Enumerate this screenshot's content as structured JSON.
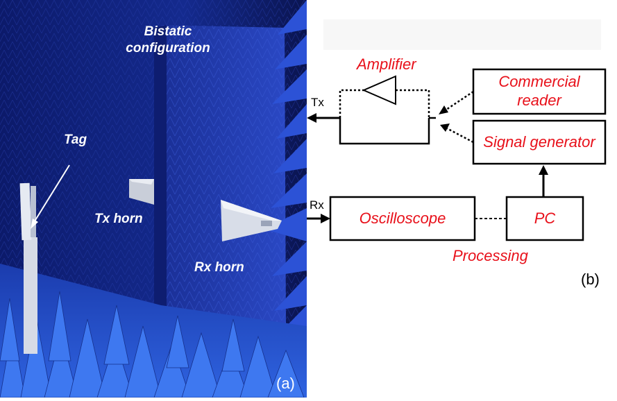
{
  "photo": {
    "title": "Bistatic\nconfiguration",
    "tag_label": "Tag",
    "tx_horn_label": "Tx horn",
    "rx_horn_label": "Rx horn",
    "panel_label": "(a)"
  },
  "diagram": {
    "amplifier_label": "Amplifier",
    "commercial_reader_label": "Commercial\nreader",
    "signal_generator_label": "Signal generator",
    "oscilloscope_label": "Oscilloscope",
    "pc_label": "PC",
    "processing_label": "Processing",
    "tx_port_label": "Tx",
    "rx_port_label": "Rx",
    "panel_label": "(b)"
  },
  "colors": {
    "absorber_blue": "#1f3fb0",
    "absorber_dark": "#0a1660",
    "label_red": "#e8101a"
  }
}
